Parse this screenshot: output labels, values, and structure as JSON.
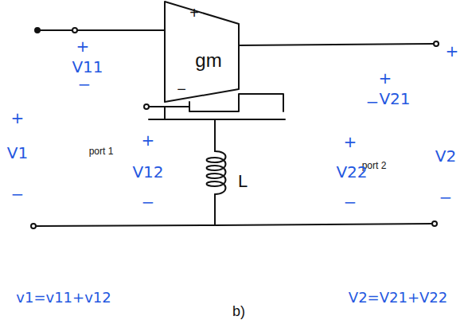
{
  "diagram": {
    "labels": [
      "+",
      "gm",
      "−",
      "L",
      "port 1",
      "port 2",
      "b)",
      "+",
      "V11",
      "−",
      "+",
      "V1",
      "−",
      "+",
      "V12",
      "−",
      "v1=v11+v12",
      "+",
      "+",
      "V21",
      "−",
      "+",
      "V22",
      "−",
      "V2",
      "−",
      "V2=V21+V22"
    ]
  }
}
